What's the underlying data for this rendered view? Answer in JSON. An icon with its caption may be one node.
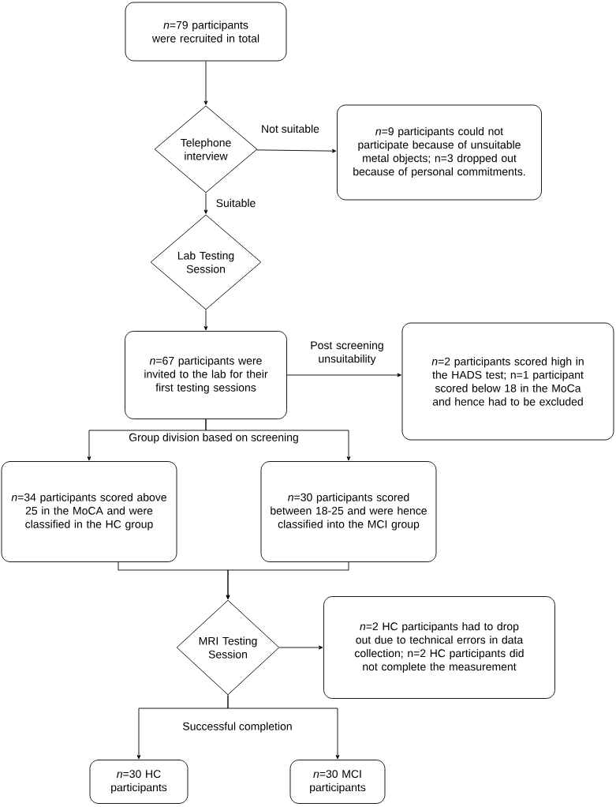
{
  "diagram": {
    "nodes": [
      {
        "text": [
          "*n*=79 participants were recruited  in total"
        ]
      },
      {
        "text": [
          "Telephone interview"
        ]
      },
      {
        "text": [
          "*n*=9 participants could not participate because of unsuitable metal objects; n=3 dropped out because of personal commitments."
        ]
      },
      {
        "text": [
          "Lab Testing Session"
        ]
      },
      {
        "text": [
          "*n*=67 participants were invited to the lab for their first testing sessions"
        ]
      },
      {
        "text": [
          "*n*=2 participants scored high in the HADS test; n=1 participant scored below 18 in the MoCa and hence had to be excluded"
        ]
      },
      {
        "text": [
          "*n*=34 participants scored above 25 in the MoCA and were classified in the HC group"
        ]
      },
      {
        "text": [
          "*n*=30 participants scored between 18-25 and were hence classified into the MCI group"
        ]
      },
      {
        "text": [
          "MRI Testing Session"
        ]
      },
      {
        "text": [
          "*n*=2 HC participants had to drop out due to technical errors in data collection; n=2 HC participants did not complete the measurement"
        ]
      },
      {
        "text": [
          "*n*=30 HC participants"
        ]
      },
      {
        "text": [
          "*n*=30 MCI participants"
        ]
      }
    ],
    "edges": [
      {
        "from": 0,
        "to": 1,
        "arrow": "to"
      },
      {
        "from": 1,
        "to": 2,
        "arrow": "to",
        "label": "Not suitable"
      },
      {
        "from": 1,
        "to": 3,
        "arrow": "to",
        "label": "Suitable"
      },
      {
        "from": 3,
        "to": 4,
        "arrow": "to"
      },
      {
        "from": 4,
        "to": 5,
        "arrow": "to",
        "label": "Post screening unsuitability"
      },
      {
        "from": 4,
        "to": 6,
        "arrow": "to",
        "label": "Group division based on screening"
      },
      {
        "from": 4,
        "to": 7,
        "arrow": "to"
      },
      {
        "from": 6,
        "to": 8,
        "arrow": "to"
      },
      {
        "from": 7,
        "to": 8,
        "arrow": "to"
      },
      {
        "from": 8,
        "to": 9,
        "arrow": "to"
      },
      {
        "from": 8,
        "to": 10,
        "arrow": "to",
        "label": "Successful completion"
      },
      {
        "from": 8,
        "to": 11,
        "arrow": "to"
      }
    ]
  }
}
